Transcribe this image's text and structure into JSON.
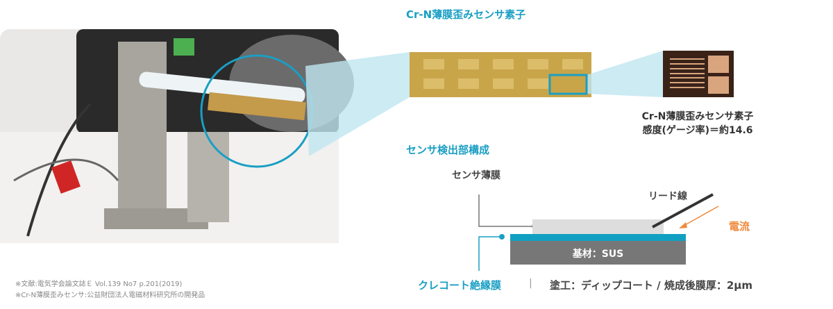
{
  "sensor_element_title": "Cr-N薄膜歪みセンサ素子",
  "element_caption": {
    "line1": "Cr-N薄膜歪みセンサ素子",
    "line2": "感度(ゲージ率)＝約14.6"
  },
  "structure_title": "センサ検出部構成",
  "diagram": {
    "sensor_film_label": "センサ薄膜",
    "lead_wire_label": "リード線",
    "current_label": "電流",
    "substrate_label": "基材：SUS",
    "insulation_label": "クレコート絶縁膜",
    "separator": "|",
    "coating_desc": "塗工：ディップコート / 焼成後膜厚：2μm"
  },
  "notes": [
    "※文献:電気学会論文誌Ｅ Vol.139 No7 p.201(2019)",
    "※Cr-N薄膜歪みセンサ:公益財団法人電磁材料研究所の開発品"
  ],
  "colors": {
    "accent": "#1a9fc4",
    "orange": "#f08a3c",
    "substrate": "#777777",
    "film": "#dddddd",
    "gold": "#c9a54a"
  }
}
